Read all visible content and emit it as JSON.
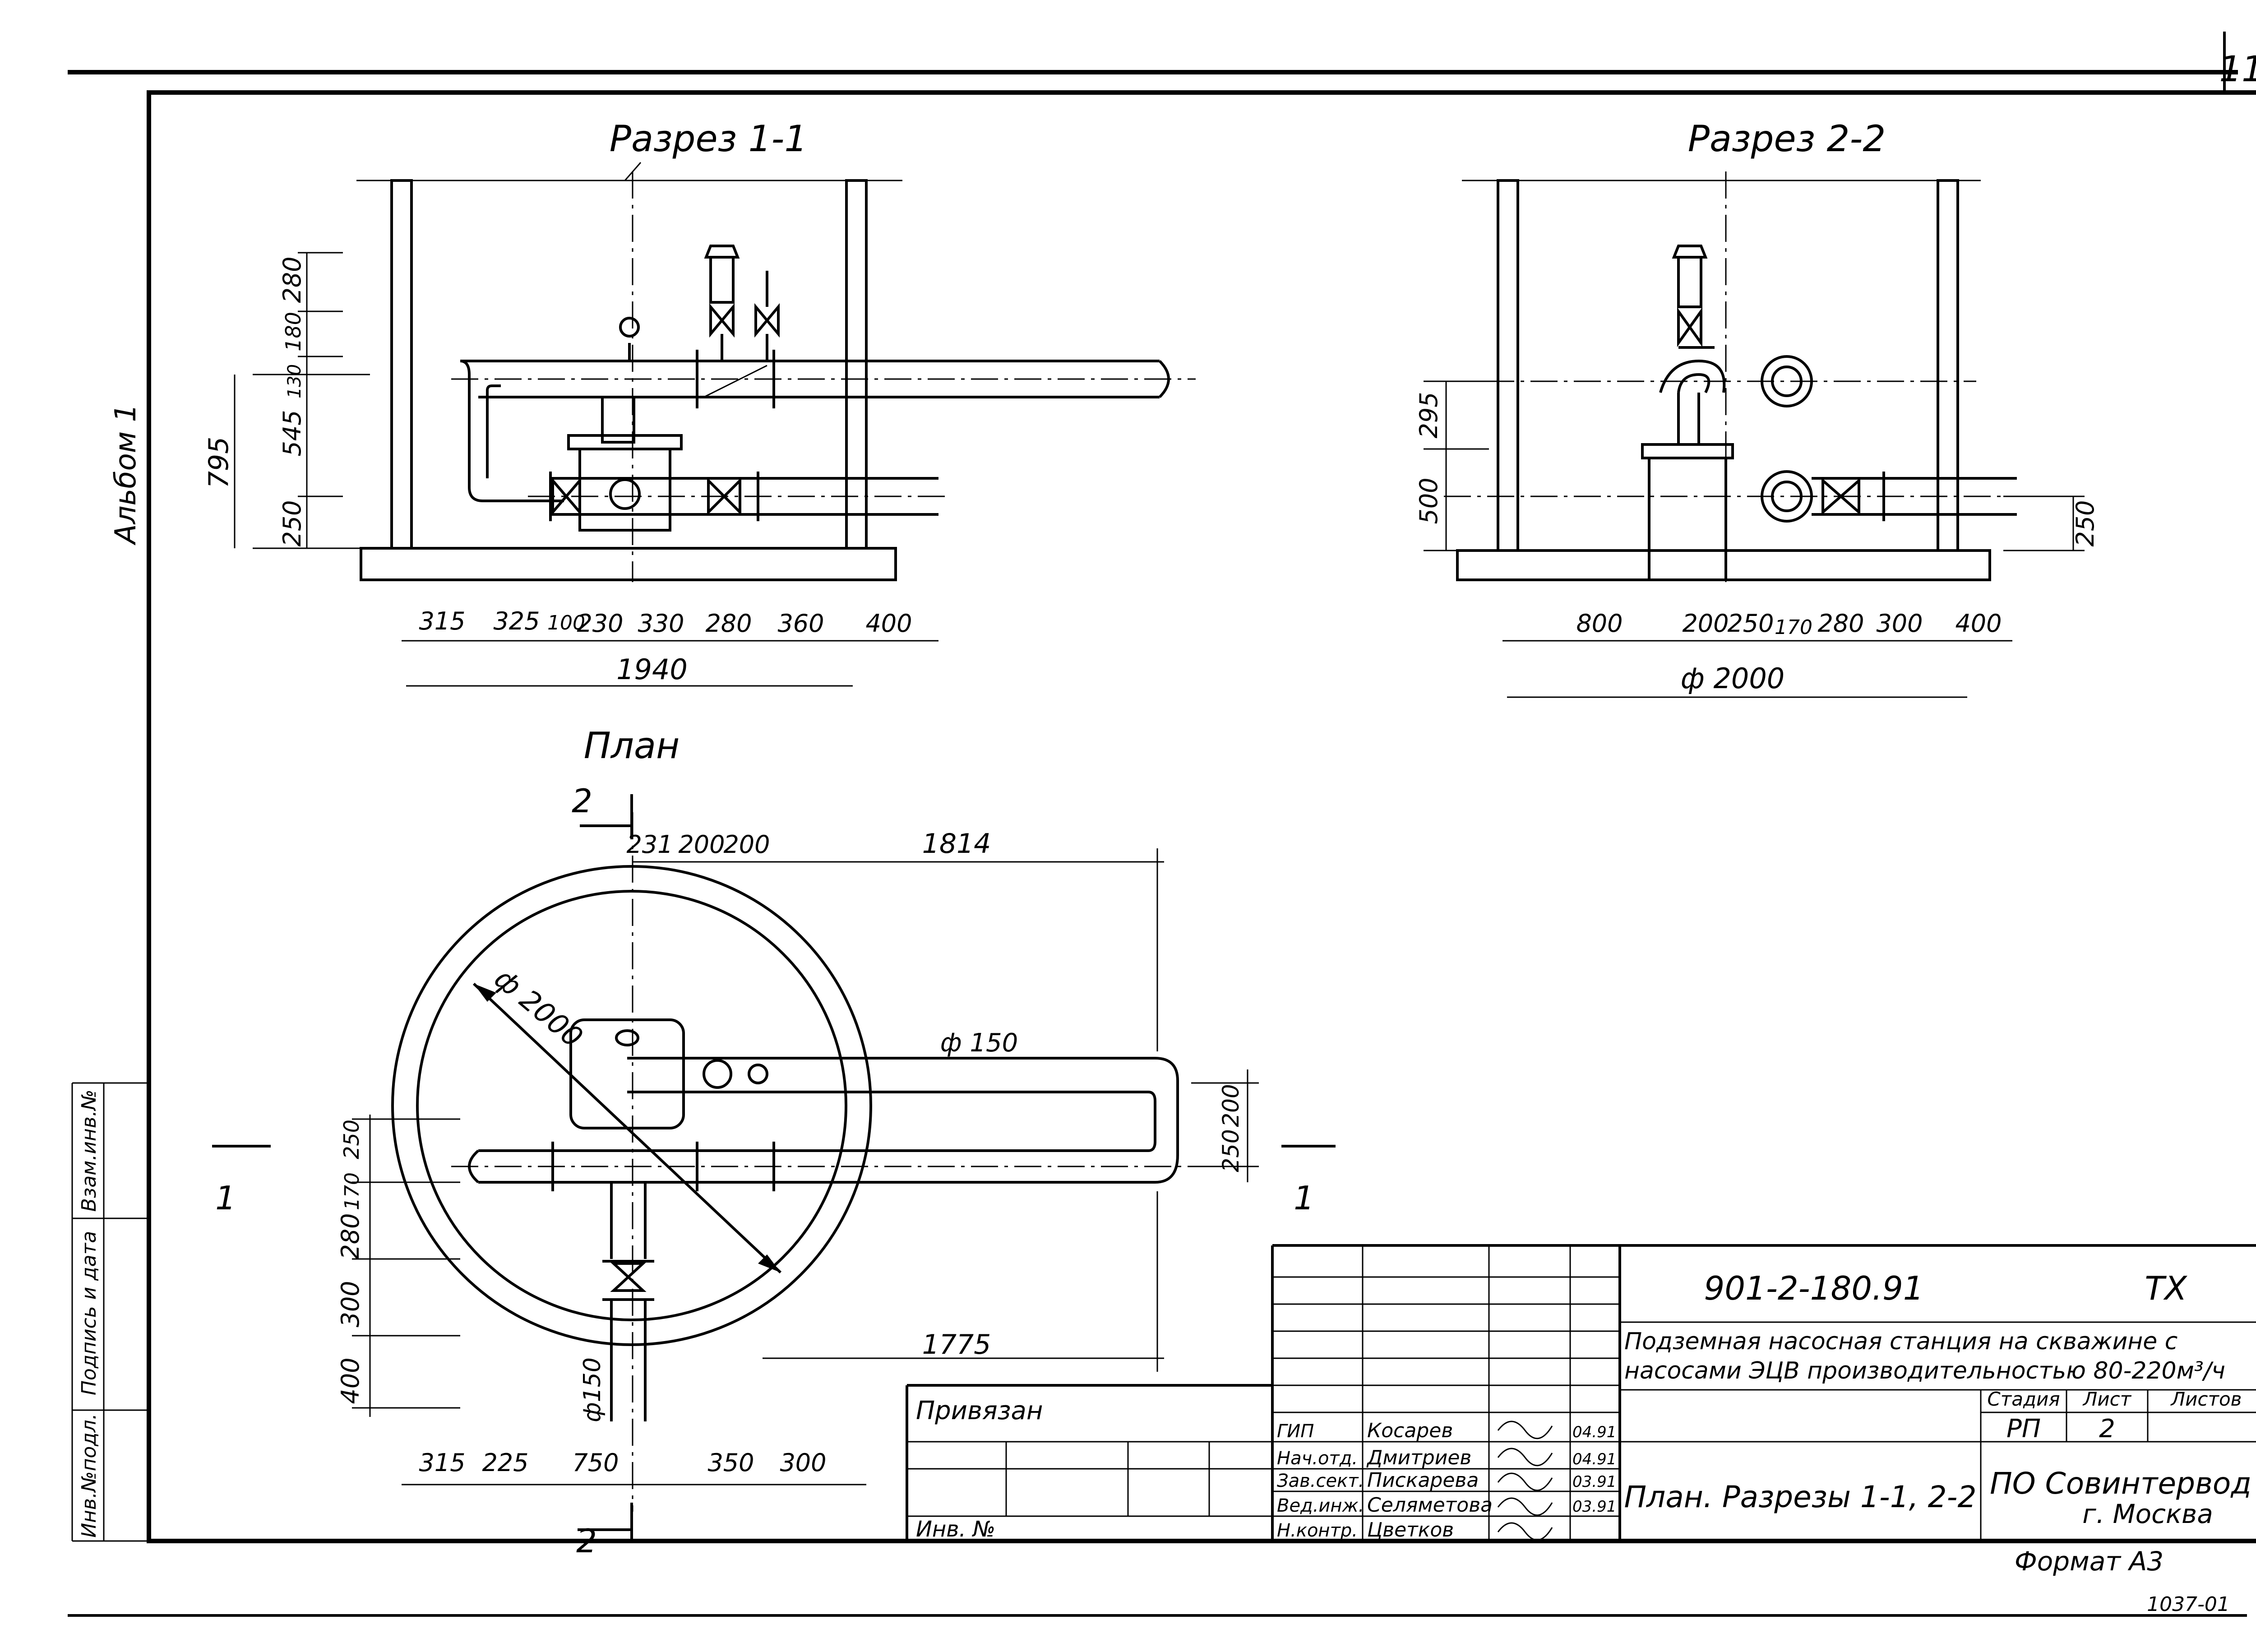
{
  "sheet": {
    "number": "11",
    "album": "Альбом 1",
    "format": "Формат А3",
    "inventory_code": "1037-01"
  },
  "side_stamp": [
    "Взам.инв.№",
    "Подпись и дата",
    "Инв.№подл."
  ],
  "section_1": {
    "title": "Разрез 1-1",
    "v_dims": [
      "280",
      "180",
      "130",
      "545",
      "250",
      "795"
    ],
    "h_dims": [
      "315",
      "325",
      "100",
      "230",
      "330",
      "280",
      "360",
      "400"
    ],
    "total": "1940"
  },
  "section_2": {
    "title": "Разрез 2-2",
    "v_dims": [
      "295",
      "500",
      "250"
    ],
    "h_dims": [
      "800",
      "200",
      "250",
      "170",
      "280",
      "300",
      "400"
    ],
    "total": "ф 2000"
  },
  "plan": {
    "title": "План",
    "top_dims": [
      "231",
      "200",
      "200",
      "1814"
    ],
    "diameter": "ф 2000",
    "pipe_diameter": "ф 150",
    "riser_diameter": "ф150",
    "right_dims": [
      "200",
      "250"
    ],
    "left_dims": [
      "250",
      "170",
      "280",
      "300",
      "400"
    ],
    "bottom_dims": [
      "315",
      "225",
      "750",
      "350",
      "300"
    ],
    "bottom_long": "1775",
    "cut_marks": [
      "2",
      "2",
      "1",
      "1"
    ]
  },
  "title_block": {
    "code": "901-2-180.91",
    "mark": "ТХ",
    "description_line1": "Подземная насосная станция на скважине с",
    "description_line2": "насосами ЭЦВ производительностью 80-220м³/ч",
    "headers": [
      "Стадия",
      "Лист",
      "Листов"
    ],
    "stage": "РП",
    "sheet": "2",
    "sheets_total": "",
    "drawing_title": "План. Разрезы 1-1, 2-2",
    "organization": "ПО Совинтервод",
    "city": "г. Москва",
    "bound": "Привязан",
    "inv_no": "Инв. №",
    "staff": [
      {
        "role": "ГИП",
        "name": "Косарев",
        "date": "04.91"
      },
      {
        "role": "Нач.отд.",
        "name": "Дмитриев",
        "date": "04.91"
      },
      {
        "role": "Зав.сект.",
        "name": "Пискарева",
        "date": "03.91"
      },
      {
        "role": "Вед.инж.",
        "name": "Селяметова",
        "date": "03.91"
      },
      {
        "role": "Н.контр.",
        "name": "Цветков",
        "date": ""
      }
    ]
  }
}
